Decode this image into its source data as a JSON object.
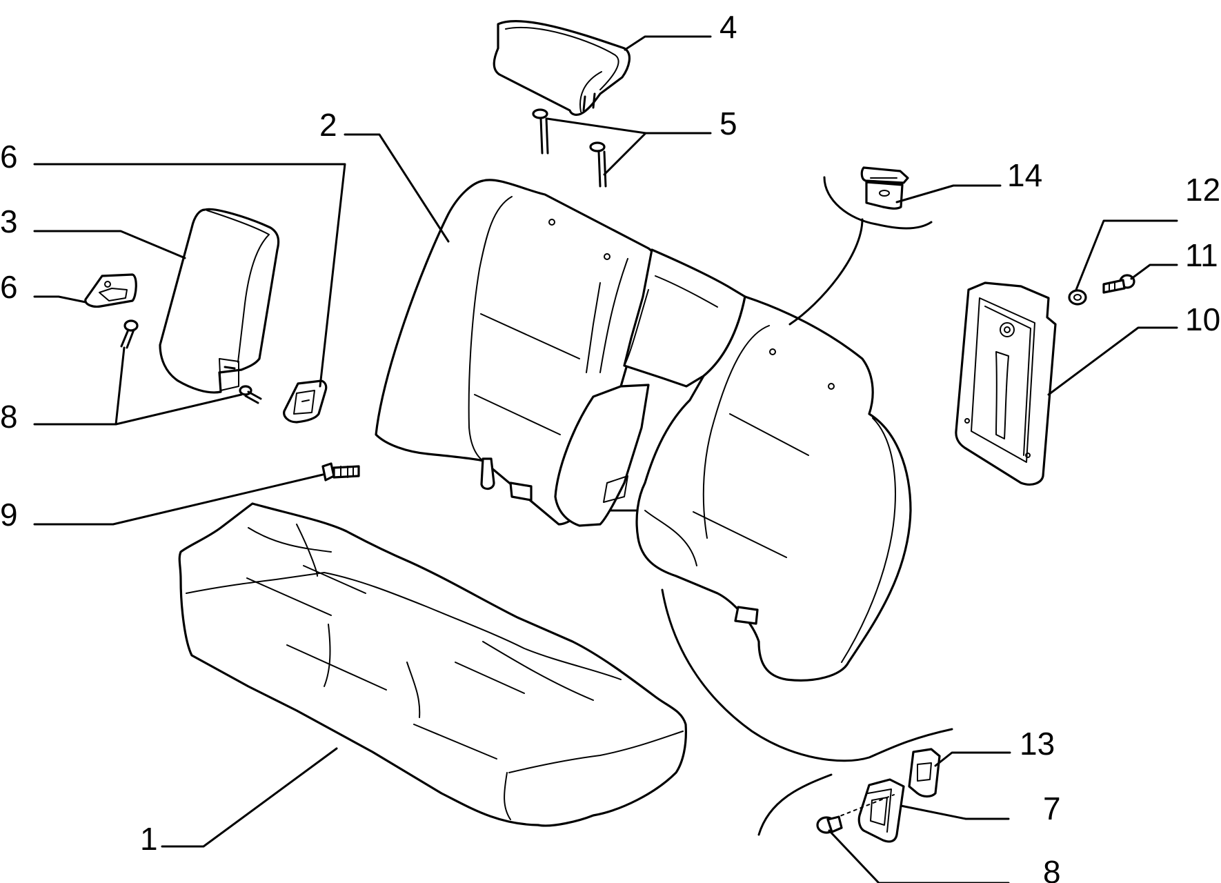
{
  "diagram": {
    "callouts": {
      "c1": "1",
      "c2": "2",
      "c3": "3",
      "c4": "4",
      "c5": "5",
      "c6a": "6",
      "c6b": "6",
      "c7": "7",
      "c8a": "8",
      "c8b": "8",
      "c9": "9",
      "c10": "10",
      "c11": "11",
      "c12": "12",
      "c13": "13",
      "c14": "14"
    }
  }
}
